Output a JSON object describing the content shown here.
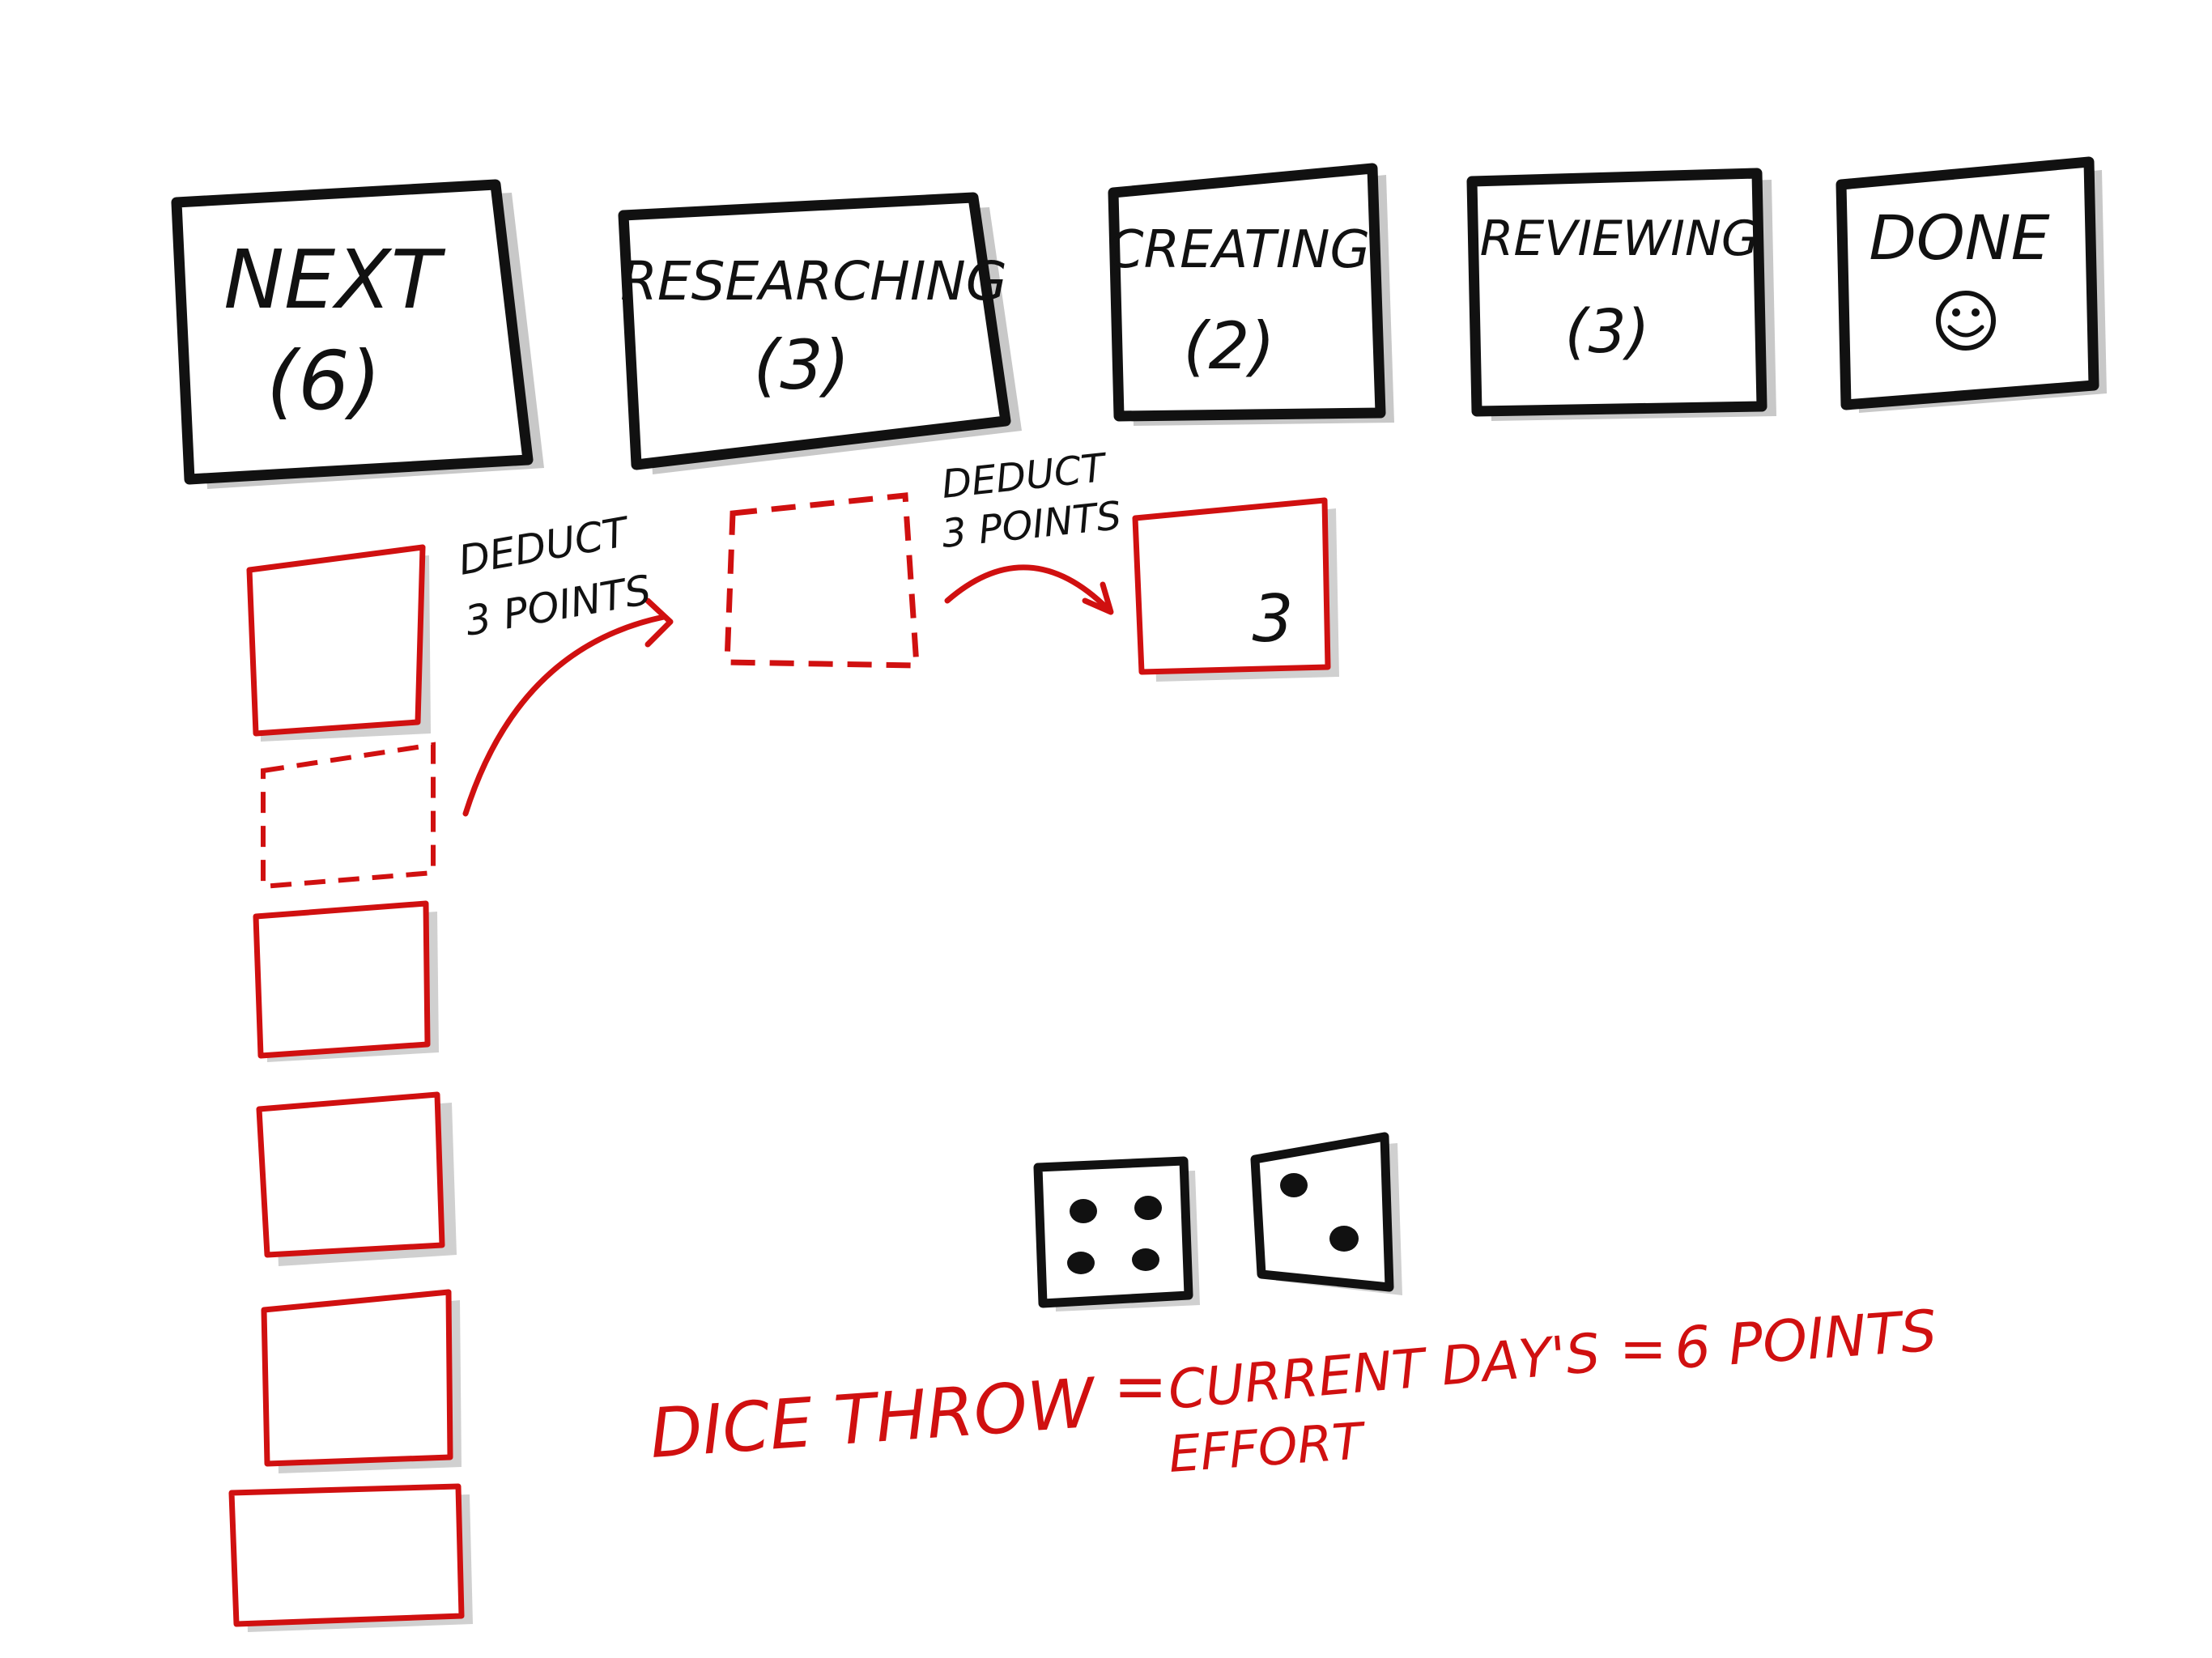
{
  "columns": [
    {
      "title": "NEXT",
      "count": "(6)"
    },
    {
      "title": "RESEARCHING",
      "count": "(3)"
    },
    {
      "title": "CREATING",
      "count": "(2)"
    },
    {
      "title": "REVIEWING",
      "count": "(3)"
    },
    {
      "title": "DONE",
      "icon": "smiley-face-icon"
    }
  ],
  "arrows": [
    {
      "label_line1": "DEDUCT",
      "label_line2": "3 POINTS"
    },
    {
      "label_line1": "DEDUCT",
      "label_line2": "3 POINTS"
    }
  ],
  "card_values": {
    "creating_card": "3"
  },
  "dice": [
    {
      "face": 4
    },
    {
      "face": 2
    }
  ],
  "equation": {
    "left": "DICE THROW",
    "equals_1": "=",
    "middle_line1": "CURRENT DAY'S",
    "middle_line2": "EFFORT",
    "equals_2": "=",
    "right": "6 POINTS"
  },
  "colors": {
    "ink": "#111111",
    "accent": "#d01010",
    "shadow": "#c8c8c8"
  }
}
